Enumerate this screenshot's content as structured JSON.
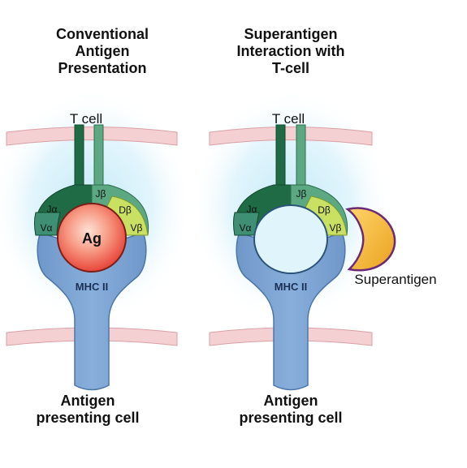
{
  "left_panel": {
    "title_lines": [
      "Conventional",
      "Antigen",
      "Presentation"
    ],
    "cell_top_label": "T cell",
    "j_alpha": "Jα",
    "v_alpha": "Vα",
    "j_beta": "Jβ",
    "d_beta": "Dβ",
    "v_beta": "Vβ",
    "antigen_label": "Ag",
    "mhc_label": "MHC II",
    "cell_bottom_lines": [
      "Antigen",
      "presenting cell"
    ]
  },
  "right_panel": {
    "title_lines": [
      "Superantigen",
      "Interaction with",
      "T-cell"
    ],
    "cell_top_label": "T cell",
    "j_alpha": "Jα",
    "v_alpha": "Vα",
    "j_beta": "Jβ",
    "d_beta": "Dβ",
    "v_beta": "Vβ",
    "mhc_label": "MHC II",
    "superantigen_label": "Superantigen",
    "cell_bottom_lines": [
      "Antigen",
      "presenting cell"
    ]
  },
  "colors": {
    "alpha_chain": "#1e6b45",
    "beta_chain": "#5ca882",
    "v_alpha_region": "#3e8f73",
    "beta_variable": "#c9e063",
    "mhc": "#7ea6d4",
    "antigen": "#f05a4a",
    "superantigen": "#f4b632",
    "membrane": "#f4d0d2",
    "glow": "#bfe8f7"
  }
}
